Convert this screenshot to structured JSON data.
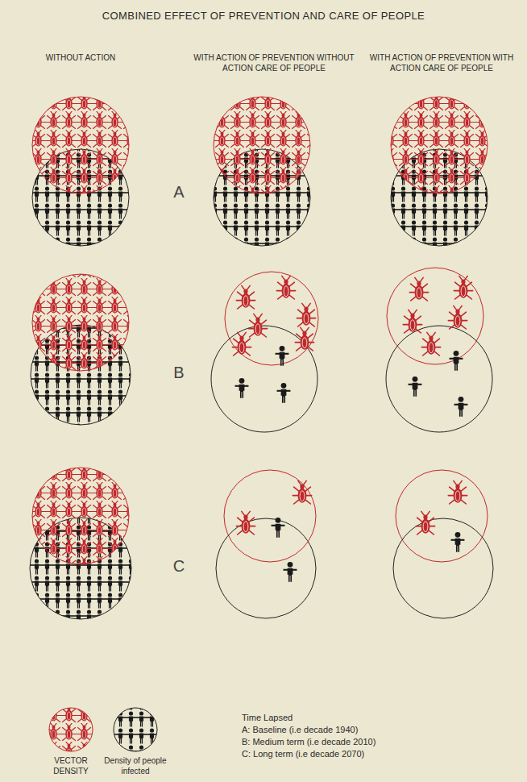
{
  "diagram": {
    "title": "COMBINED EFFECT OF PREVENTION AND CARE OF PEOPLE",
    "labels": [
      "WITHOUT ACTION",
      "WITH ACTION OF PREVENTION WITHOUT ACTION CARE OF PEOPLE",
      "WITH ACTION OF PREVENTION WITH ACTION CARE OF PEOPLE",
      "A",
      "B",
      "C",
      "Time Lapsed",
      "A: Baseline (i.e decade 1940)",
      "B: Medium term (i.e decade 2010)",
      "C: Long term (i.e decade 2070)"
    ],
    "legend": [
      {
        "text": "VECTOR DENSITY"
      },
      {
        "text": "Density of people infected"
      }
    ]
  }
}
